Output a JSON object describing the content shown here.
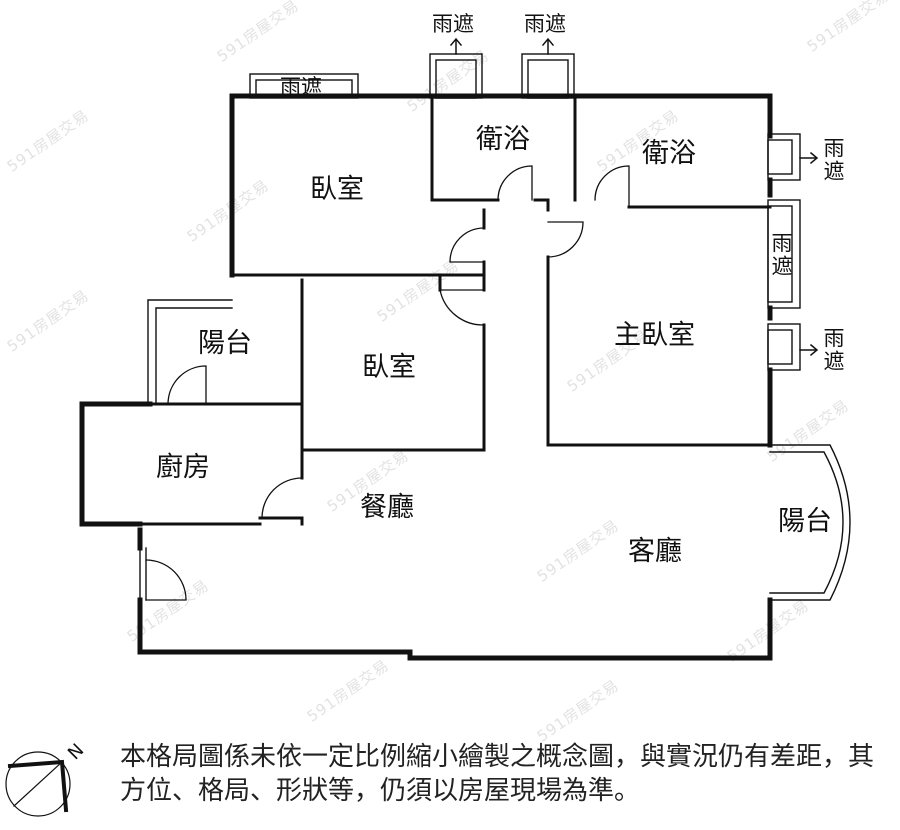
{
  "rooms": {
    "bedroom1": "臥室",
    "bath1": "衛浴",
    "bath2": "衛浴",
    "balcony_left": "陽台",
    "bedroom2": "臥室",
    "master_bedroom": "主臥室",
    "kitchen": "廚房",
    "dining": "餐廳",
    "living": "客廳",
    "balcony_right": "陽台"
  },
  "canopies": {
    "top1": "雨遮",
    "top2": "雨遮",
    "top3": "雨遮",
    "right1": "雨遮",
    "right2": "雨遮",
    "right3": "雨遮"
  },
  "compass": {
    "letter": "N"
  },
  "watermark": "591房屋交易",
  "disclaimer": "本格局圖係未依一定比例縮小繪製之概念圖，與實況仍有差距，其方位、格局、形狀等，仍須以房屋現場為準。"
}
